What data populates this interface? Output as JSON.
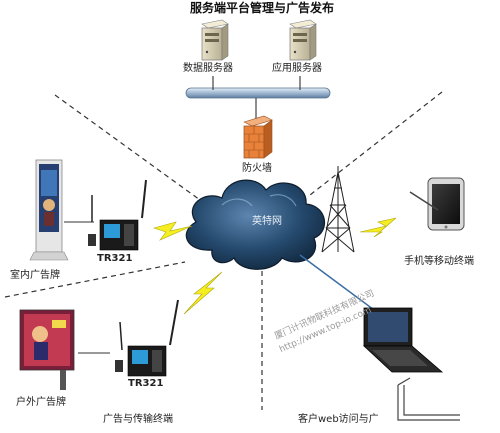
{
  "title": "服务端平台管理与广告发布",
  "servers": {
    "data": "数据服务器",
    "app": "应用服务器"
  },
  "firewall": "防火墙",
  "cloud": "英特网",
  "devices": {
    "indoor": "室内广告牌",
    "outdoor": "户外广告牌",
    "terminal_1": "TR321",
    "terminal_2": "TR321",
    "mobile": "手机等移动终端"
  },
  "sections": {
    "ad_terminal": "广告与传输终端",
    "client_web": "客户web访问与广"
  },
  "watermark": {
    "company": "厦门计讯物联科技有限公司",
    "url": "http://www.top-io.com"
  },
  "colors": {
    "cloud": "#1d3e5c",
    "lightning": "#f4ee22",
    "firewall": "#e8823a",
    "bus": "#9fb7d2",
    "dash": "#333333"
  }
}
